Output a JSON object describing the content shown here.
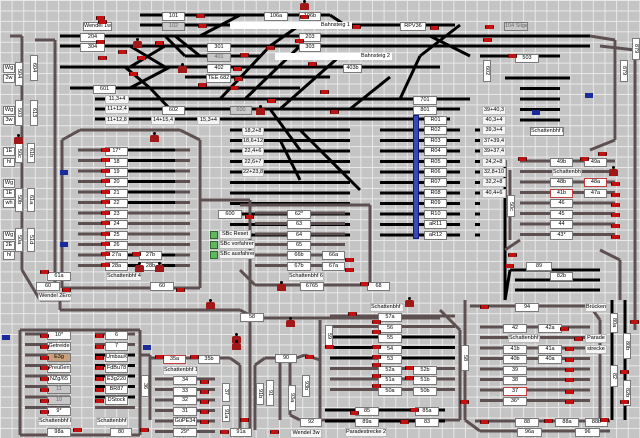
{
  "colors": {
    "track_active": "#000000",
    "track_idle": "#5e5050",
    "block_occupied": "#c41010",
    "background": "#c4c4c4"
  },
  "blocks": [
    "Wendel 1w",
    "101",
    "102",
    "204",
    "304",
    "301",
    "401",
    "402",
    "TEE 682",
    "601",
    "11,3+4",
    "11+12,4",
    "11+12,8",
    "14+15,4",
    "15,3+4",
    "602",
    "600",
    "106a",
    "106b",
    "Bahnsteig 1",
    "203",
    "303",
    "Bahnsteig 2",
    "403b",
    "RPV36",
    "104 Silge",
    "503",
    "602",
    "701",
    "801",
    "39+40,3",
    "40,3+4",
    "39,3+4",
    "37+39,4",
    "39+37,4",
    "24,2+8",
    "32,8+10",
    "32,2+8",
    "40,4+6",
    "R01",
    "R02",
    "R03",
    "R04",
    "R05",
    "R06",
    "R07",
    "R08",
    "R09",
    "R10",
    "aR11",
    "aR12",
    "18,2+8",
    "18,6+12",
    "22,4+6",
    "22,6+7",
    "22+23,8",
    "Schattenbhf 8",
    "Wg",
    "2w",
    "Wg",
    "3w",
    "1E",
    "hl",
    "Wg",
    "1E",
    "wh",
    "Wg",
    "2E",
    "hl",
    "504",
    "604",
    "503",
    "613",
    "50c",
    "61b",
    "50b",
    "61a",
    "50a",
    "51d",
    "17*",
    "18",
    "19",
    "20",
    "21",
    "22",
    "23",
    "24",
    "25",
    "26",
    "27a",
    "28a",
    "27b",
    "28b",
    "61a",
    "Schattenbhf 4",
    "60",
    "60",
    "Wendel 2Ero",
    "600",
    "62*",
    "63",
    "64",
    "65",
    "66b",
    "67b",
    "Schattenbhf 6",
    "6765",
    "66a",
    "67a",
    "68",
    "49b",
    "49a",
    "Schattenbhf 3",
    "48b",
    "48a",
    "41b",
    "47a",
    "46",
    "45",
    "44",
    "43*",
    "50c",
    "89",
    "82b",
    "879",
    "879",
    "58",
    "10*",
    "Getreide",
    "E3g",
    "Preußen",
    "NZg/65",
    "11",
    "10",
    "9*",
    "Schattenbhf 8",
    "98a",
    "80",
    "6",
    "7",
    "Umbau/6",
    "FdBu78",
    "E3g220",
    "BR87",
    "DStock",
    "Schattenbhf 5",
    "35a",
    "35b",
    "Schattenbhf 1",
    "34",
    "33",
    "32",
    "31",
    "GüPE34",
    "29*",
    "36",
    "37",
    "91a",
    "91b",
    "91",
    "93a",
    "93b",
    "90",
    "92",
    "Wendel 3w",
    "91a",
    "Schattenbhf 7",
    "57a",
    "56",
    "55",
    "54",
    "53",
    "52a",
    "51a",
    "50a",
    "52b",
    "51b",
    "50b",
    "59",
    "58",
    "94",
    "42",
    "42a",
    "Schattenbhf 2",
    "41b",
    "41a",
    "40b",
    "40a",
    "39",
    "38",
    "37",
    "36*",
    "Brücken",
    "Parade",
    "strecke",
    "80a",
    "80b",
    "82",
    "82b",
    "85",
    "85a",
    "89a",
    "83",
    "Paradestrecke 2",
    "88",
    "88a",
    "88b",
    "96a",
    "96"
  ],
  "controls": [
    {
      "label": "SBc Reset"
    },
    {
      "label": "SBc vorfahren"
    },
    {
      "label": "SBc ausfahren"
    }
  ]
}
